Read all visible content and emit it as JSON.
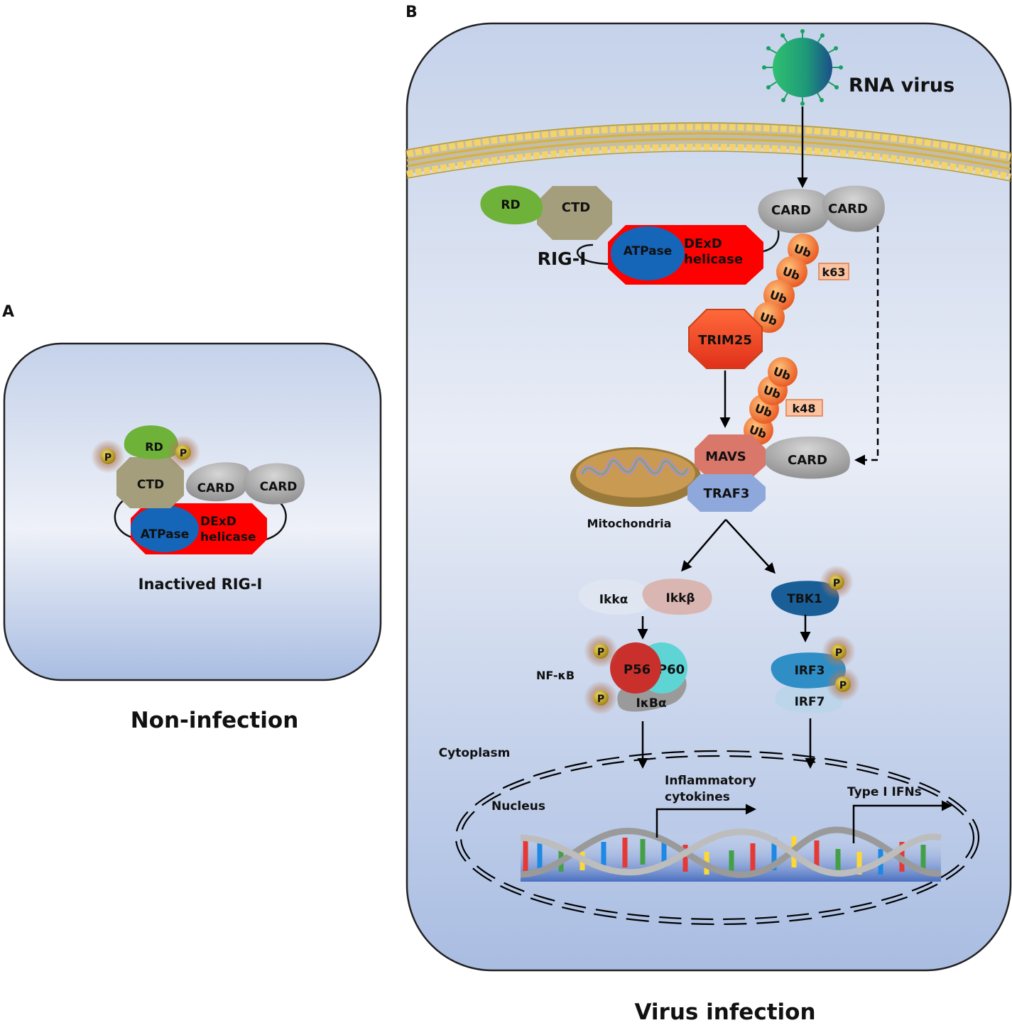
{
  "panel_a": {
    "letter": "A",
    "caption": "Non-infection",
    "complex_label": "Inactived RIG-I",
    "rd": "RD",
    "ctd": "CTD",
    "card1": "CARD",
    "card2": "CARD",
    "atpase": "ATPase",
    "dexd_line1": "DExD",
    "dexd_line2": "helicase",
    "p": "P"
  },
  "panel_b": {
    "letter": "B",
    "caption": "Virus infection",
    "virus": "RNA virus",
    "rd": "RD",
    "ctd": "CTD",
    "rig_i": "RIG-I",
    "atpase": "ATPase",
    "dexd_line1": "DExD",
    "dexd_line2": "helicase",
    "card1": "CARD",
    "card2": "CARD",
    "ub": "Ub",
    "k63": "k63",
    "k48": "k48",
    "trim25": "TRIM25",
    "mavs": "MAVS",
    "mavs_card": "CARD",
    "traf3": "TRAF3",
    "mitochondria": "Mitochondria",
    "ikka": "Ikkα",
    "ikkb": "Ikkβ",
    "tbk1": "TBK1",
    "nfkb": "NF-κB",
    "p56": "P56",
    "p60": "P60",
    "ikba": "IκBα",
    "irf3": "IRF3",
    "irf7": "IRF7",
    "p": "P",
    "cytoplasm": "Cytoplasm",
    "nucleus": "Nucleus",
    "inflammatory_line1": "Inflammatory",
    "inflammatory_line2": "cytokines",
    "type1": "Type I IFNs"
  },
  "colors": {
    "cell_top": "#c5d2ea",
    "cell_mid": "#eef1f8",
    "cell_bottom": "#a9bde2",
    "dexd_red": "#ff0000",
    "atpase_blue": "#1565b8",
    "rd_green": "#6fb23a",
    "ctd_khaki": "#a59e7c",
    "card_gray": "#9a9a9a",
    "ub_orange": "#f26a2a",
    "trim25_red": "#f24a1a",
    "mavs_salmon": "#d9776a",
    "traf3_blue": "#8fa8dc",
    "tbk1_blue": "#1a5e97",
    "irf3_blue": "#2f8ec6",
    "irf7_blue": "#bcd5ea",
    "p56_red": "#c9302c",
    "p60_cyan": "#5fd4d4",
    "ikba_gray": "#9a9a9a",
    "phospho_gold": "#b89a1c",
    "membrane_yellow": "#f4d36a",
    "virus_green": "#2fb86a"
  }
}
